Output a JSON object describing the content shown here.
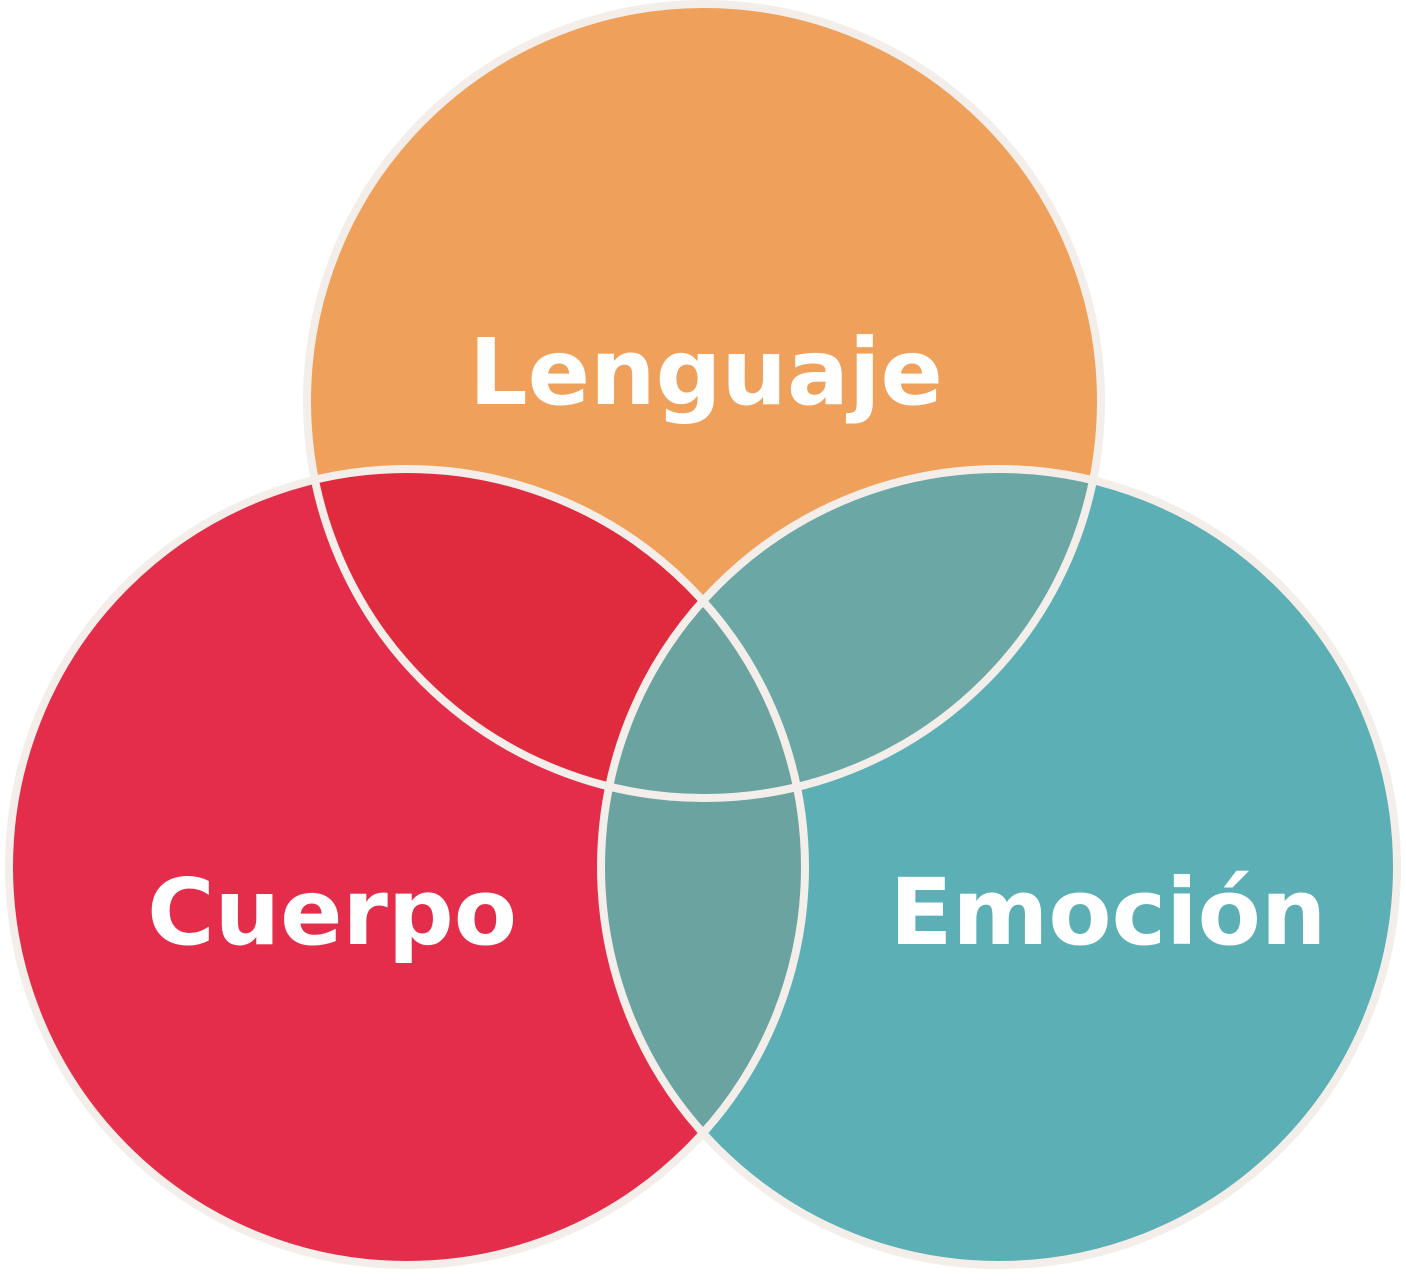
{
  "diagram": {
    "type": "venn",
    "sets": [
      {
        "id": "lenguaje",
        "label": "Lenguaje",
        "color": "#EFA05B"
      },
      {
        "id": "cuerpo",
        "label": "Cuerpo",
        "color": "#E32D4B"
      },
      {
        "id": "emocion",
        "label": "Emoción",
        "color": "#5CAFB5"
      }
    ],
    "overlaps": {
      "lenguaje_cuerpo": "#E02B3F",
      "lenguaje_emocion": "#6BA8A5",
      "cuerpo_emocion": "#6BA3A1",
      "all": "#6BA3A1"
    },
    "outline_color": "#F3EEE9"
  }
}
